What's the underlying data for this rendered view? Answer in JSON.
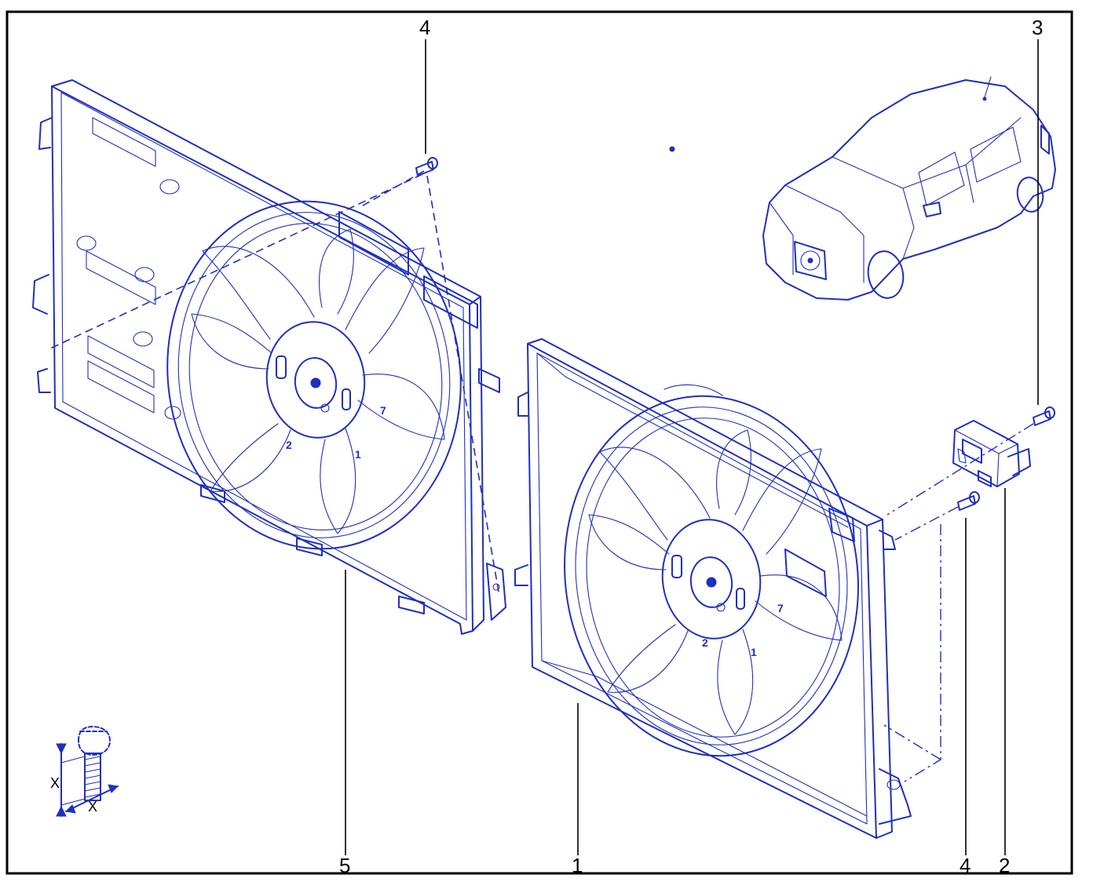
{
  "colors": {
    "line": "#1f2fbf",
    "frame": "#000000",
    "background": "#ffffff"
  },
  "callouts": {
    "c4_top": "4",
    "c3": "3",
    "c5": "5",
    "c1": "1",
    "c4_bottom": "4",
    "c2": "2"
  },
  "parts": {
    "fan_rear_hub_label_2": "2",
    "fan_rear_hub_label_1": "1",
    "fan_rear_hub_label_7": "7",
    "fan_front_hub_label_2": "2",
    "fan_front_hub_label_1": "1",
    "fan_front_hub_label_7": "7"
  },
  "bolt_dimension": {
    "x_vertical": "X",
    "x_horizontal": "X"
  }
}
